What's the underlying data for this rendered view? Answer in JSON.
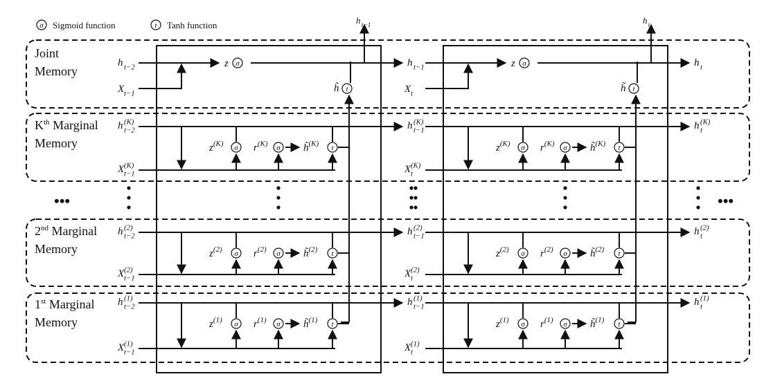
{
  "legend": {
    "sigmoid_symbol": "σ",
    "sigmoid_label": "Sigmoid function",
    "tanh_symbol": "t",
    "tanh_label": "Tanh function"
  },
  "rows": {
    "joint": {
      "line1": "Joint",
      "line2": "Memory"
    },
    "kth": {
      "line1_base": "K",
      "line1_sup": "th",
      "line1_rest": " Marginal",
      "line2": "Memory"
    },
    "second": {
      "line1_base": "2",
      "line1_sup": "nd",
      "line1_rest": " Marginal",
      "line2": "Memory"
    },
    "first": {
      "line1_base": "1",
      "line1_sup": "st",
      "line1_rest": " Marginal",
      "line2": "Memory"
    }
  },
  "cells": [
    {
      "id": "prev",
      "top_out": {
        "base": "h",
        "sub": "t−1"
      },
      "joint_h_in": {
        "base": "h",
        "sub": "t−2"
      },
      "joint_x_in": {
        "base": "X",
        "sub": "t−1"
      },
      "joint_h_out": {
        "base": "h",
        "sub": "t−1"
      },
      "k_h_in": {
        "base": "h",
        "sub": "t−2",
        "sup": "(K)"
      },
      "k_x_in": {
        "base": "X",
        "sub": "t−1",
        "sup": "(K)"
      },
      "k_h_out": {
        "base": "h",
        "sub": "t−1",
        "sup": "(K)"
      },
      "two_h_in": {
        "base": "h",
        "sub": "t−2",
        "sup": "(2)"
      },
      "two_x_in": {
        "base": "X",
        "sub": "t−1",
        "sup": "(2)"
      },
      "two_h_out": {
        "base": "h",
        "sub": "t−1",
        "sup": "(2)"
      },
      "one_h_in": {
        "base": "h",
        "sub": "t−2",
        "sup": "(1)"
      },
      "one_x_in": {
        "base": "X",
        "sub": "t−1",
        "sup": "(1)"
      },
      "one_h_out": {
        "base": "h",
        "sub": "t−1",
        "sup": "(1)"
      }
    },
    {
      "id": "curr",
      "top_out": {
        "base": "h",
        "sub": "t"
      },
      "joint_x_in": {
        "base": "X",
        "sub": "t"
      },
      "joint_h_out": {
        "base": "h",
        "sub": "t"
      },
      "k_x_in": {
        "base": "X",
        "sub": "t",
        "sup": "(K)"
      },
      "k_h_out": {
        "base": "h",
        "sub": "t",
        "sup": "(K)"
      },
      "two_x_in": {
        "base": "X",
        "sub": "t",
        "sup": "(2)"
      },
      "two_h_out": {
        "base": "h",
        "sub": "t",
        "sup": "(2)"
      },
      "one_x_in": {
        "base": "X",
        "sub": "t",
        "sup": "(1)"
      },
      "one_h_out": {
        "base": "h",
        "sub": "t",
        "sup": "(1)"
      }
    }
  ],
  "gates": {
    "joint_z": "z",
    "joint_htilde": "h̃",
    "k": {
      "z": "z",
      "r": "r",
      "htilde": "h̃",
      "sup": "(K)"
    },
    "two": {
      "z": "z",
      "r": "r",
      "htilde": "h̃",
      "sup": "(2)"
    },
    "one": {
      "z": "z",
      "r": "r",
      "htilde": "h̃",
      "sup": "(1)"
    }
  },
  "ellipsis": "•••"
}
